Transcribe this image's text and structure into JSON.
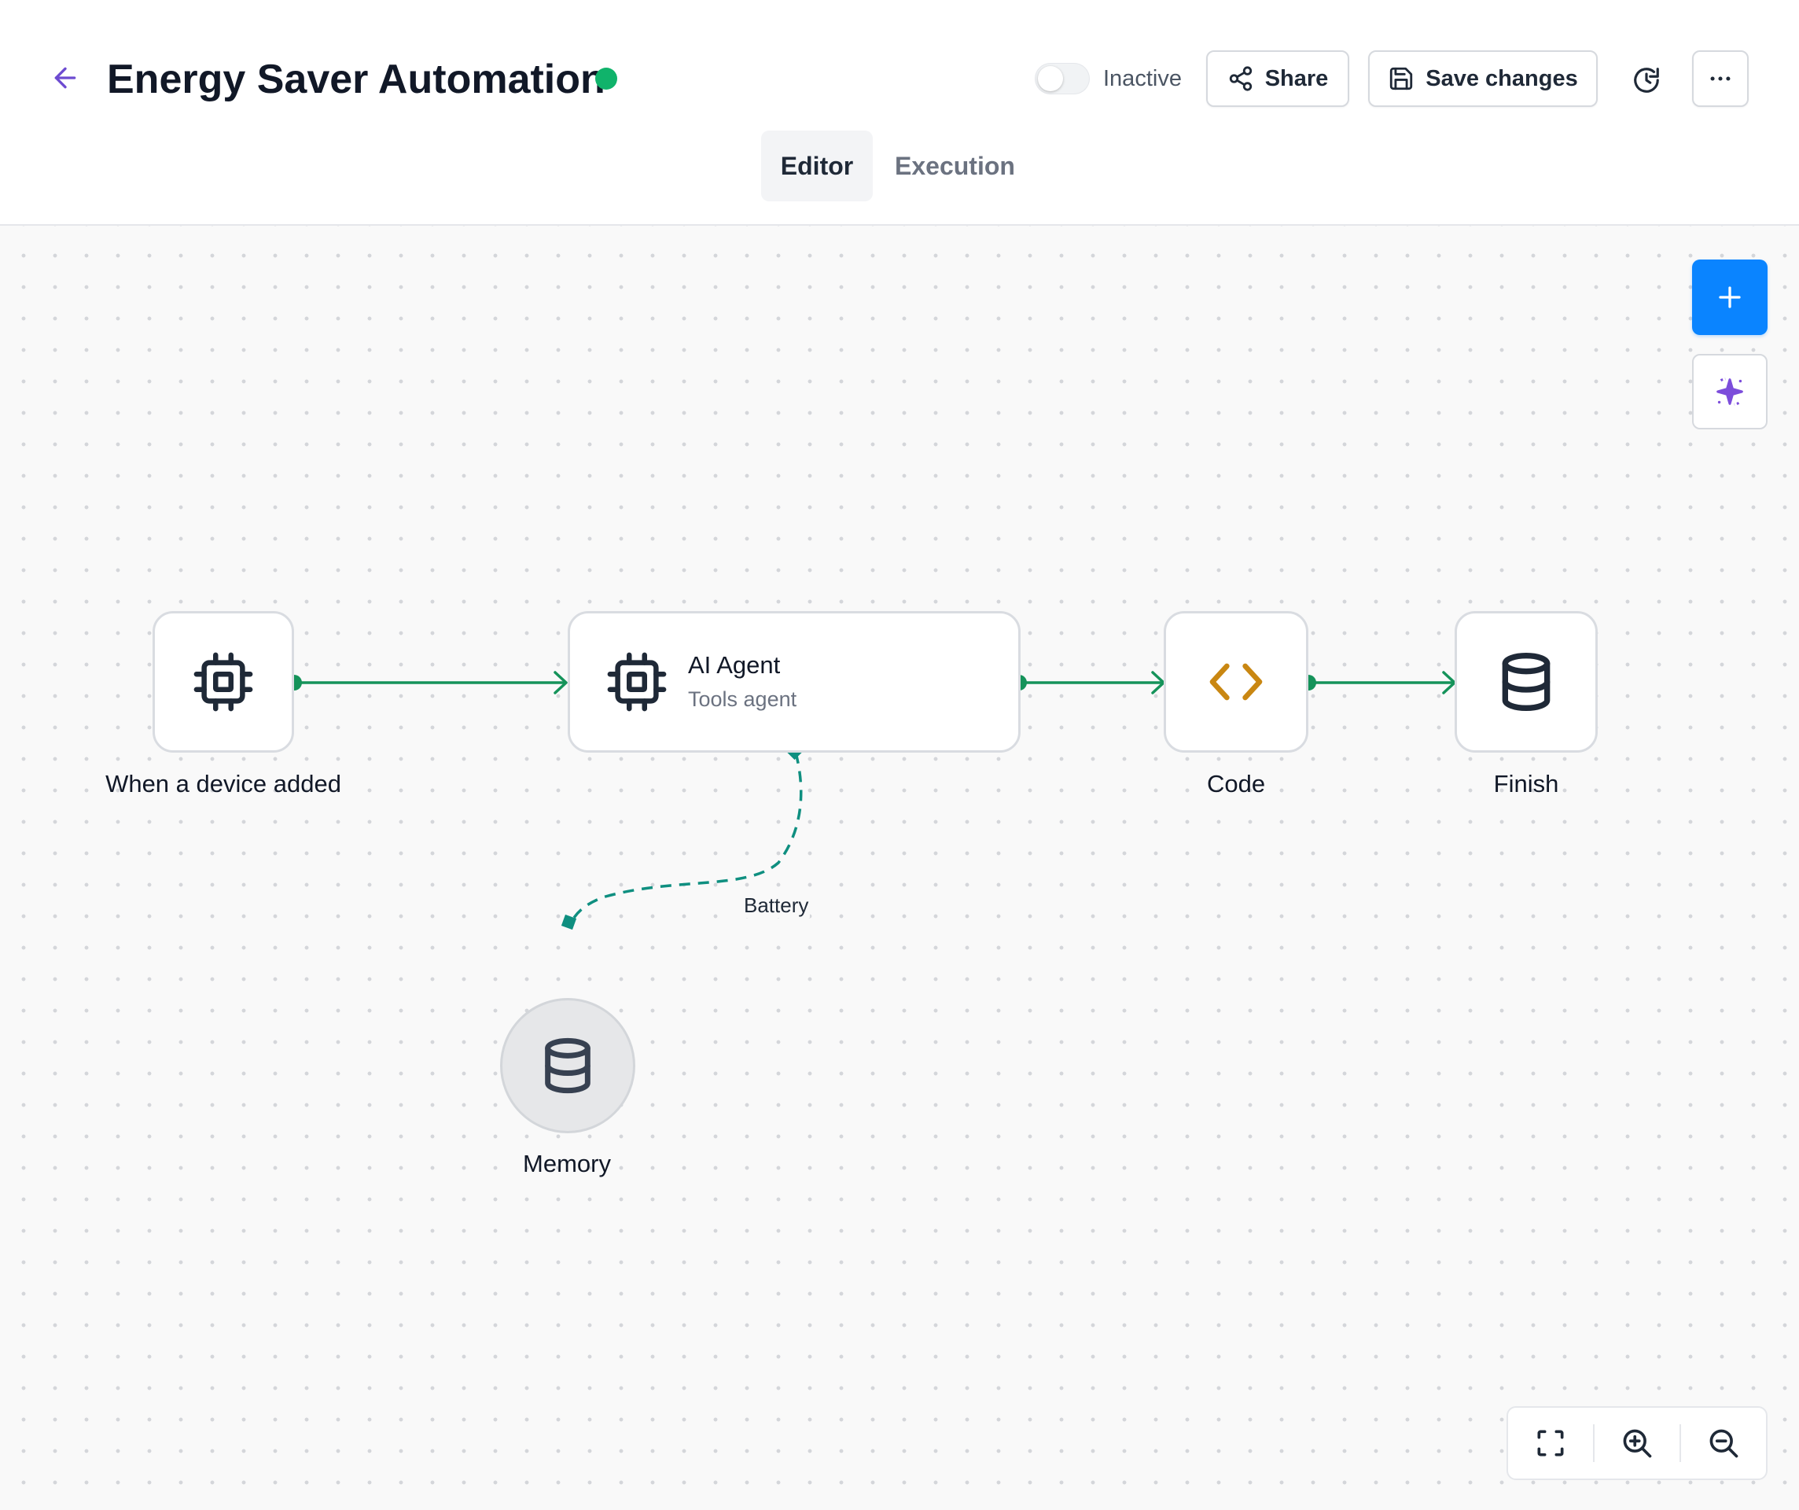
{
  "header": {
    "title": "Energy Saver Automation",
    "toggle_label": "Inactive",
    "share_label": "Share",
    "save_label": "Save changes"
  },
  "tabs": [
    {
      "label": "Editor",
      "active": true
    },
    {
      "label": "Execution",
      "active": false
    }
  ],
  "workflow": {
    "nodes": {
      "trigger": {
        "label": "When a device added",
        "icon": "chip-icon"
      },
      "agent": {
        "title": "AI Agent",
        "subtitle": "Tools agent",
        "icon": "chip-icon"
      },
      "code": {
        "label": "Code",
        "icon": "code-icon"
      },
      "finish": {
        "label": "Finish",
        "icon": "database-icon"
      },
      "memory": {
        "label": "Memory",
        "icon": "database-icon"
      }
    },
    "edges": [
      {
        "from": "trigger",
        "to": "agent"
      },
      {
        "from": "agent",
        "to": "code"
      },
      {
        "from": "code",
        "to": "finish"
      },
      {
        "from": "agent",
        "to": "memory",
        "label": "Battery",
        "style": "dashed"
      }
    ]
  },
  "colors": {
    "status_active_dot": "#10b36b",
    "edge": "#15935a",
    "edge_dashed": "#0f8f80",
    "accent_blue": "#0a84ff",
    "code_icon": "#c98712",
    "ai_sparkle": "#7c4ddb",
    "back_arrow": "#6d4bd1"
  }
}
